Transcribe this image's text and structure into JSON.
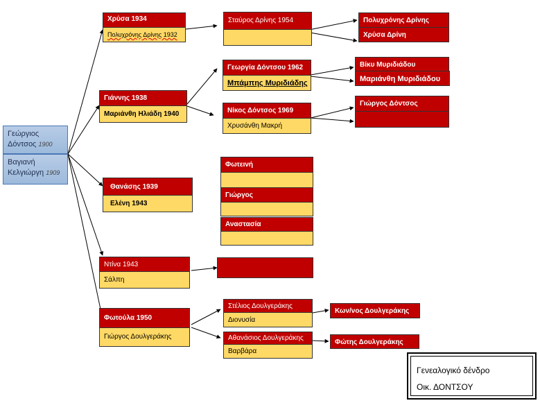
{
  "root": {
    "husband_name": "Γεώργιος Δόντσος",
    "husband_year": "1900",
    "wife_name": "Βαγιανή Κελγιώργη",
    "wife_year": "1909"
  },
  "children": [
    {
      "name": "Χρύσα 1934",
      "spouse": "Πολυχρόνης Δρίνης 1932"
    },
    {
      "name": "Γιάννης 1938",
      "spouse": "Μαριάνθη Ηλιάδη 1940"
    },
    {
      "name": "Θανάσης  1939",
      "spouse": "Ελένη 1943"
    },
    {
      "name": "Ντίνα 1943",
      "spouse": "Σάλπη"
    },
    {
      "name": "Φωτούλα 1950",
      "spouse": "Γιώργος Δουλγεράκης"
    }
  ],
  "grandchildren": [
    {
      "name": "Σταύρος Δρίνης 1954",
      "spouse": ""
    },
    {
      "name": "Γεωργία Δόντσου 1962",
      "spouse": "Μπάμπης Μυριδιάδης"
    },
    {
      "name": "Νίκος Δόντσος 1969",
      "spouse": "Χρυσάνθη Μακρή"
    },
    {
      "name": "Φωτεινή",
      "spouse": ""
    },
    {
      "name": "Γιώργος",
      "spouse": ""
    },
    {
      "name": "Αναστασία",
      "spouse": ""
    },
    {
      "name": "",
      "spouse": ""
    },
    {
      "name": "Στέλιος Δουλγεράκης",
      "spouse": "Διονυσία"
    },
    {
      "name": "Αθανάσιος Δουλγεράκης",
      "spouse": "Βαρβάρα"
    }
  ],
  "great_grandchildren": [
    {
      "name": "Πολυχρόνης Δρίνης"
    },
    {
      "name": "Χρύσα Δρίνη"
    },
    {
      "name": "Βίκυ Μυριδιάδου"
    },
    {
      "name": "Μαριάνθη Μυριδιάδου"
    },
    {
      "name": "Γιώργος Δόντσος"
    },
    {
      "name": ""
    },
    {
      "name": "Κων/νος Δουλγεράκης"
    },
    {
      "name": "Φώτης Δουλγεράκης"
    }
  ],
  "legend": {
    "line1": "Γενεαλογικό δένδρο",
    "line2": "Οικ. ΔΟΝΤΣΟΥ"
  },
  "colors": {
    "red": "#c00000",
    "yellow": "#ffd966",
    "root_blue": "#9dbadc"
  }
}
